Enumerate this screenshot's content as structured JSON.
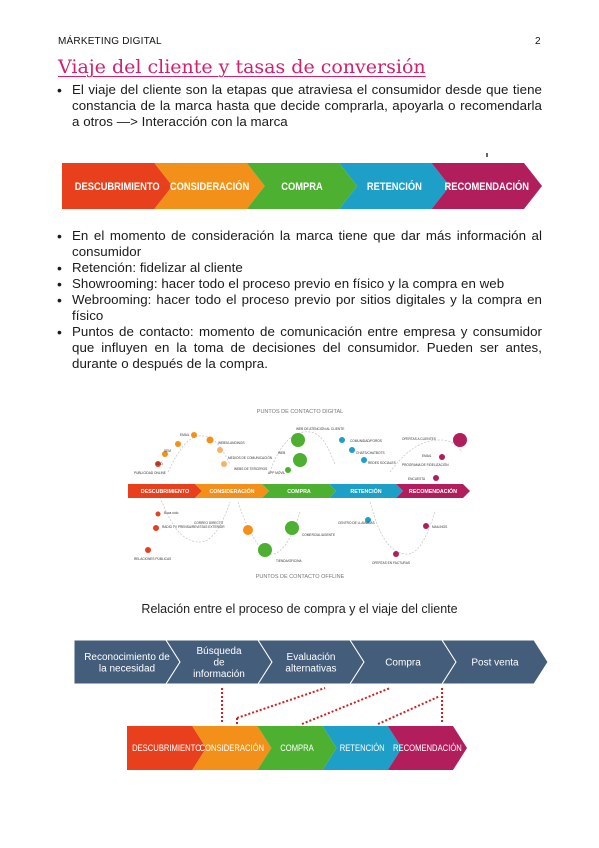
{
  "header": {
    "left": "MÁRKETING DIGITAL",
    "page_number": "2"
  },
  "title": "Viaje del cliente y tasas de conversión",
  "intro_bullet": "El viaje del cliente son la etapas que atraviesa el consumidor desde que tiene constancia de la marca hasta que decide comprarla, apoyarla o recomendarla a otros —> Interacción con la marca",
  "stages": [
    {
      "label": "DESCUBRIMIENTO",
      "color": "#e8401c"
    },
    {
      "label": "CONSIDERACIÓN",
      "color": "#f39019"
    },
    {
      "label": "COMPRA",
      "color": "#4db031"
    },
    {
      "label": "RETENCIÓN",
      "color": "#1d9fc7"
    },
    {
      "label": "RECOMENDACIÓN",
      "color": "#b21d5c"
    }
  ],
  "bullets": [
    "En el momento de consideración la marca tiene que dar más información al consumidor",
    "Retención: fidelizar al cliente",
    "Showrooming: hacer todo el proceso previo en físico y la compra en web",
    "Webrooming: hacer todo el proceso previo por sitios digitales y la compra en físico",
    "Puntos de contacto: momento de comunicación entre empresa y consumidor que influyen en la toma de decisiones del consumidor. Pueden ser antes, durante o después de la compra."
  ],
  "touchpoints": {
    "top_title": "PUNTOS DE CONTACTO DIGITAL",
    "bottom_title": "PUNTOS DE CONTACTO OFFLINE",
    "digital": [
      "EMAIL",
      "SEM",
      "SEO",
      "PUBLICIDAD ONLINE",
      "WEBS/LANDINGS",
      "MEDIOS DE COMUNICACIÓN",
      "WEBS DE TERCEROS",
      "WEB DE ATENCIÓN AL CLIENTE",
      "WEB",
      "APP MÓVIL",
      "COMUNIDAD/FOROS",
      "CHATS/CHATBOTS",
      "REDES SOCIALES",
      "OFERTAS A CLIENTES",
      "EMAIL",
      "PROGRAMA DE FIDELIZACIÓN",
      "ENCUESTA"
    ],
    "offline": [
      "Boca oído",
      "RADIO TV PRENSA/REVISTAS EXTERIOR",
      "RELACIONES PÚBLICAS",
      "CORREO DIRECTO",
      "TIENDA/OFICINA",
      "COMERCIAL/AGENTE",
      "CENTRO DE LLAMADAS",
      "OFERTAS EN FACTURAS",
      "MAILINGS"
    ]
  },
  "relation_title": "Relación entre el proceso de compra y el viaje del cliente",
  "process_steps": [
    "Reconocimiento de la necesidad",
    "Búsqueda de información",
    "Evaluación alternativas",
    "Compra",
    "Post venta"
  ]
}
